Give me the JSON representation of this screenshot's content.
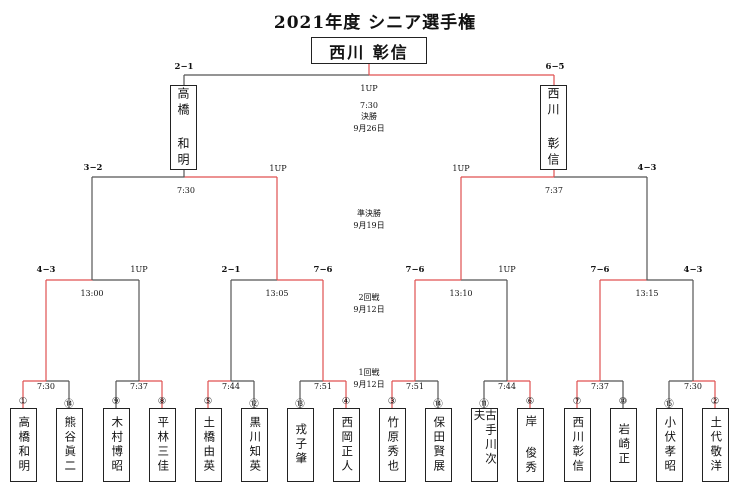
{
  "title": "2021年度 シニア選手権",
  "champion": "西川 彰信",
  "colors": {
    "win": "#e05050",
    "lose": "#555555"
  },
  "center_labels": {
    "final_up": "1UP",
    "final_time": "7:30",
    "final_round": "決勝",
    "final_date": "9月26日",
    "semi_round": "準決勝",
    "semi_date": "9月19日",
    "r2_round": "2回戦",
    "r2_date": "9月12日",
    "r1_round": "1回戦",
    "r1_date": "9月12日"
  },
  "finalists": {
    "left": {
      "name": "高橋 和明",
      "score": "2−1"
    },
    "right": {
      "name": "西川 彰信",
      "score": "6−5"
    }
  },
  "semis": [
    {
      "left_score": "3−2",
      "right_score": "1UP",
      "time": "7:30"
    },
    {
      "left_score": "1UP",
      "right_score": "4−3",
      "time": "7:37"
    }
  ],
  "round2": [
    {
      "left_score": "4−3",
      "right_score": "1UP",
      "time": "13:00"
    },
    {
      "left_score": "2−1",
      "right_score": "7−6",
      "time": "13:05"
    },
    {
      "left_score": "7−6",
      "right_score": "1UP",
      "time": "13:10"
    },
    {
      "left_score": "7−6",
      "right_score": "4−3",
      "time": "13:15"
    }
  ],
  "round1_times": [
    "7:30",
    "7:37",
    "7:44",
    "7:51",
    "7:51",
    "7:44",
    "7:37",
    "7:30"
  ],
  "players": [
    {
      "seed": "①",
      "name": "高橋和明"
    },
    {
      "seed": "⑭",
      "name": "熊谷眞二"
    },
    {
      "seed": "⑨",
      "name": "木村博昭"
    },
    {
      "seed": "⑧",
      "name": "平林三佳"
    },
    {
      "seed": "⑤",
      "name": "土橋由英"
    },
    {
      "seed": "⑫",
      "name": "黒川知英"
    },
    {
      "seed": "⑬",
      "name": "戎子肇"
    },
    {
      "seed": "④",
      "name": "西岡正人"
    },
    {
      "seed": "③",
      "name": "竹原秀也"
    },
    {
      "seed": "⑭",
      "name": "保田賢展"
    },
    {
      "seed": "⑪",
      "name": "古手川次夫"
    },
    {
      "seed": "⑥",
      "name": "岸 俊秀"
    },
    {
      "seed": "⑦",
      "name": "西川彰信"
    },
    {
      "seed": "⑩",
      "name": "岩崎正"
    },
    {
      "seed": "⑮",
      "name": "小伏孝昭"
    },
    {
      "seed": "②",
      "name": "土代敬洋"
    }
  ]
}
